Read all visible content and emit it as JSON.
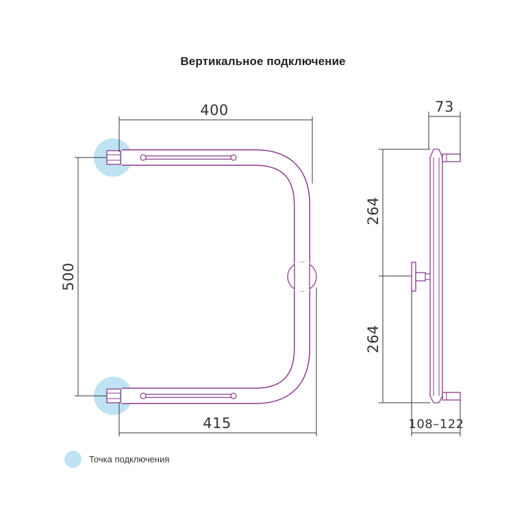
{
  "title": "Вертикальное подключение",
  "dimensions": {
    "width_top": "400",
    "width_bottom": "415",
    "height": "500",
    "side_depth": "73",
    "side_upper": "264",
    "side_lower": "264",
    "wall_distance": "108–122"
  },
  "legend": {
    "label": "Точка подключения"
  },
  "colors": {
    "pipe": "#8a3a8a",
    "pipe_fill": "#ffffff",
    "connection_point": "#bfe3f2",
    "dimension_line": "#333333"
  }
}
